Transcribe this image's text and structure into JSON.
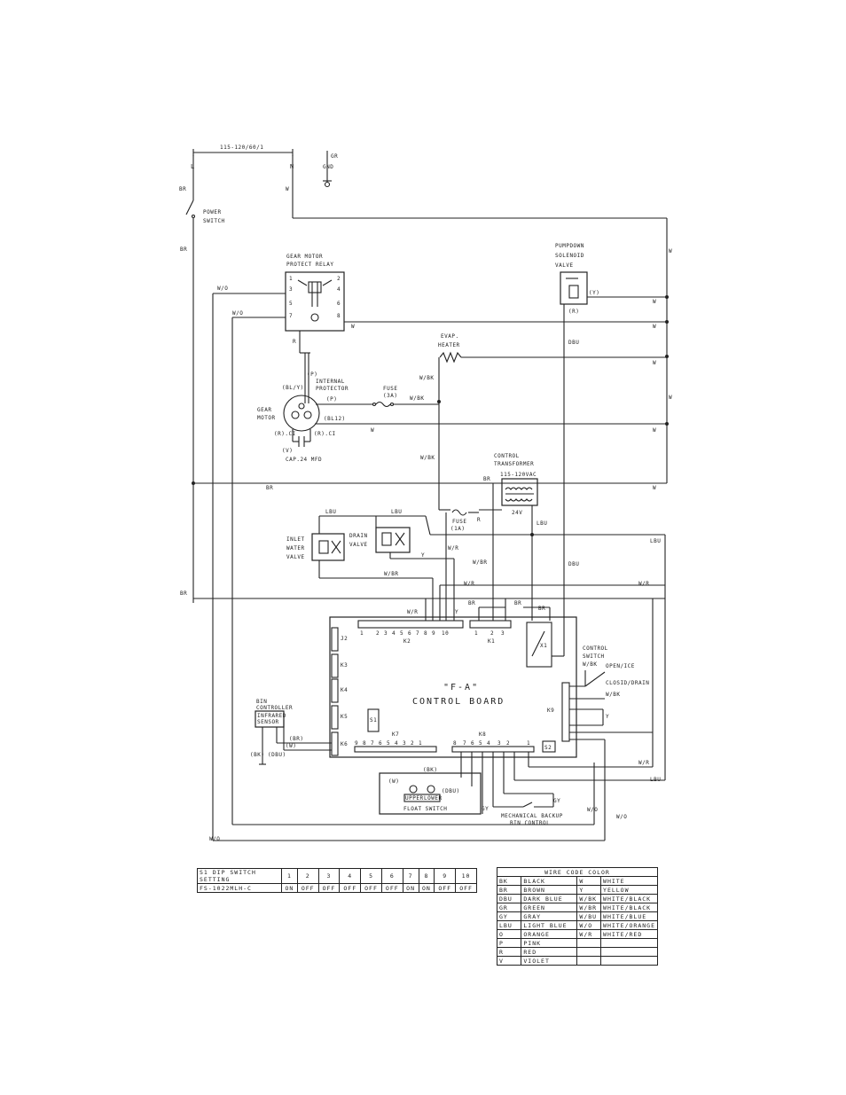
{
  "supply": {
    "voltage": "115-120/60/1",
    "line": "L",
    "neutral": "N",
    "ground_color": "GR",
    "ground": "GND"
  },
  "components": {
    "power_switch": [
      "POWER",
      "SWITCH"
    ],
    "gear_motor_relay": [
      "GEAR MOTOR",
      "PROTECT RELAY"
    ],
    "relay_pins": [
      "1",
      "2",
      "3",
      "4",
      "5",
      "6",
      "7",
      "8"
    ],
    "pumpdown_valve": [
      "PUMPDOWN",
      "SOLENOID",
      "VALVE"
    ],
    "evap_heater": [
      "EVAP.",
      "HEATER"
    ],
    "internal_protector": [
      "INTERNAL",
      "PROTECTOR"
    ],
    "fuse_3a": [
      "FUSE",
      "(3A)"
    ],
    "gear_motor": [
      "GEAR",
      "MOTOR"
    ],
    "capacitor": "CAP.24 MFD",
    "control_transformer": [
      "CONTROL",
      "TRANSFORMER"
    ],
    "transformer_primary": "115-120VAC",
    "transformer_secondary": "24V",
    "fuse_1a": [
      "FUSE",
      "(1A)"
    ],
    "inlet_valve": [
      "INLET",
      "WATER",
      "VALVE"
    ],
    "drain_valve": [
      "DRAIN",
      "VALVE"
    ],
    "control_board": "CONTROL BOARD",
    "board_type": "\"F-A\"",
    "board_connectors": [
      "J2",
      "K3",
      "K4",
      "K5",
      "K6",
      "K7",
      "K8",
      "K9",
      "K1",
      "K2",
      "X1",
      "S1",
      "S2"
    ],
    "k2_pins": [
      "1",
      "2",
      "3",
      "4",
      "5",
      "6",
      "7",
      "8",
      "9",
      "10"
    ],
    "k1_pins": [
      "1",
      "2",
      "3"
    ],
    "k7_pins": [
      "9",
      "8",
      "7",
      "6",
      "5",
      "4",
      "3",
      "2",
      "1"
    ],
    "k8_pins": [
      "8",
      "7",
      "6",
      "5",
      "4",
      "3",
      "2",
      "1"
    ],
    "control_switch": [
      "CONTROL",
      "SWITCH"
    ],
    "switch_positions": [
      "OPEN/ICE",
      "CLOSID/DRAIN"
    ],
    "bin_control": [
      "BIN",
      "CONTROLLER",
      "INFRARED",
      "SENSOR"
    ],
    "float_switch": [
      "UPPER",
      "LOWER",
      "FLOAT SWITCH"
    ],
    "mech_backup": [
      "MECHANICAL BACKUP",
      "BIN CONTROL"
    ]
  },
  "wire_labels": {
    "BR": "BR",
    "W": "W",
    "WO": "W/O",
    "R": "R",
    "DBU": "DBU",
    "WBK": "W/BK",
    "LBU": "LBU",
    "WR": "W/R",
    "WBR": "W/BR",
    "Y": "Y",
    "GY": "GY",
    "BK": "(BK)",
    "W_p": "(W)",
    "BR_p": "(BR)",
    "DBU_p": "(DBU)",
    "Y_p": "(Y)",
    "R_p": "(R)",
    "P_p": "(P)",
    "BL_Y": "(BL/Y)",
    "BL12": "(BL12)",
    "RC_l": "(R).CI",
    "RC_r": "(R).CI",
    "V": "(V)"
  },
  "dip_table": {
    "header": [
      "S1 DIP SWITCH SETTING",
      "1",
      "2",
      "3",
      "4",
      "5",
      "6",
      "7",
      "8",
      "9",
      "10"
    ],
    "row": [
      "FS-1022MLH-C",
      "ON",
      "OFF",
      "OFF",
      "OFF",
      "OFF",
      "OFF",
      "ON",
      "ON",
      "OFF",
      "OFF"
    ]
  },
  "wire_color_code": {
    "title": "WIRE CODE COLOR",
    "rows": [
      [
        "BK",
        "BLACK",
        "W",
        "WHITE"
      ],
      [
        "BR",
        "BROWN",
        "Y",
        "YELLOW"
      ],
      [
        "DBU",
        "DARK BLUE",
        "W/BK",
        "WHITE/BLACK"
      ],
      [
        "GR",
        "GREEN",
        "W/BR",
        "WHITE/BLACK"
      ],
      [
        "GY",
        "GRAY",
        "W/BU",
        "WHITE/BLUE"
      ],
      [
        "LBU",
        "LIGHT BLUE",
        "W/O",
        "WHITE/ORANGE"
      ],
      [
        "O",
        "ORANGE",
        "W/R",
        "WHITE/RED"
      ],
      [
        "P",
        "PINK",
        "",
        ""
      ],
      [
        "R",
        "RED",
        "",
        ""
      ],
      [
        "V",
        "VIOLET",
        "",
        ""
      ]
    ]
  }
}
